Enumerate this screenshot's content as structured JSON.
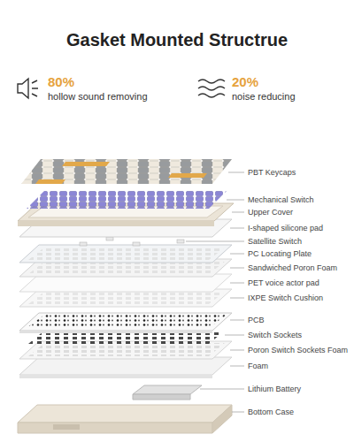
{
  "diagram": {
    "title": "Gasket Mounted Structrue",
    "labels": [
      "80%",
      "hollow sound removing",
      "20%",
      "noise reducing",
      "PBT Keycaps",
      "Mechanical Switch",
      "Upper Cover",
      "I-shaped silicone pad",
      "Satellite Switch",
      "PC Locating Plate",
      "Sandwiched Poron Foam",
      "PET voice actor pad",
      "IXPE Switch Cushion",
      "PCB",
      "Switch Sockets",
      "Poron Switch Sockets Foam",
      "Foam",
      "Lithium Battery",
      "Bottom Case"
    ]
  }
}
